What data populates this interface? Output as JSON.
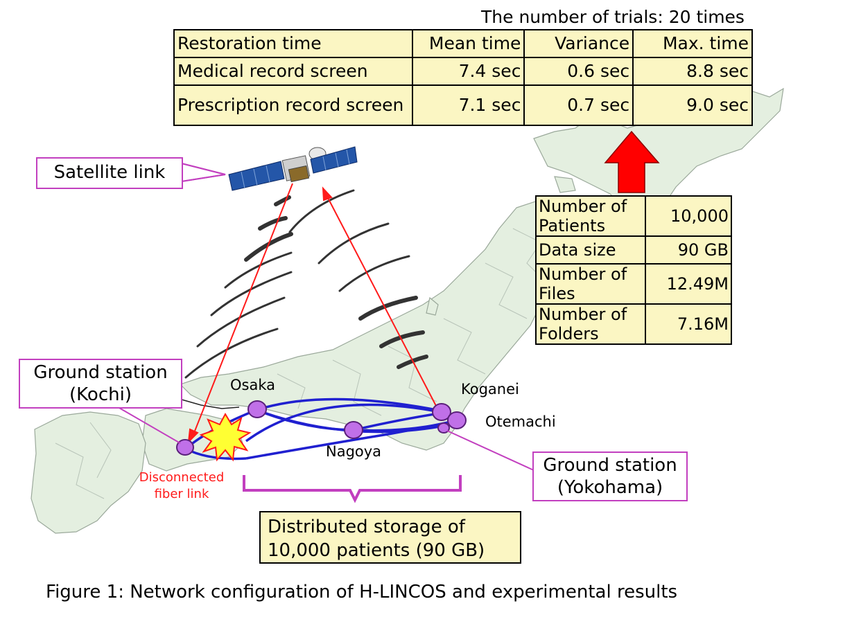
{
  "trials_note": "The number of trials: 20 times",
  "results_table": {
    "headers": [
      "Restoration time",
      "Mean time",
      "Variance",
      "Max. time"
    ],
    "rows": [
      [
        "Medical record screen",
        "7.4 sec",
        "0.6 sec",
        "8.8 sec"
      ],
      [
        "Prescription record screen",
        "7.1 sec",
        "0.7 sec",
        "9.0 sec"
      ]
    ]
  },
  "stats_table": {
    "rows": [
      [
        "Number of Patients",
        "10,000"
      ],
      [
        "Data size",
        "90 GB"
      ],
      [
        "Number of Files",
        "12.49M"
      ],
      [
        "Number of Folders",
        "7.16M"
      ]
    ]
  },
  "labels": {
    "satellite_link": "Satellite link",
    "ground_kochi": "Ground station (Kochi)",
    "ground_yokohama": "Ground station (Yokohama)",
    "osaka": "Osaka",
    "nagoya": "Nagoya",
    "koganei": "Koganei",
    "otemachi": "Otemachi",
    "disconnected": "Disconnected fiber link",
    "distributed_storage": "Distributed storage of 10,000 patients (90 GB)"
  },
  "caption": "Figure 1: Network configuration of H-LINCOS and experimental results",
  "colors": {
    "callout_border": "#c23fbf",
    "table_fill": "#fbf6c3",
    "arrow_red": "#ff1a1a",
    "fiber_blue": "#2020d0",
    "node_purple": "#c070e8",
    "map_fill": "#e4efe0"
  }
}
